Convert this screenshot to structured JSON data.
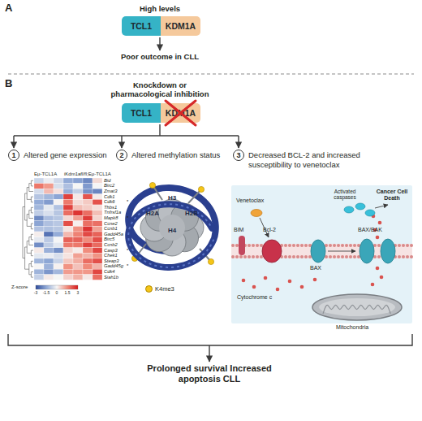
{
  "diagram": {
    "nodes": [
      {
        "text": [
          "TCL1"
        ]
      },
      {
        "text": [
          "KDM1A"
        ]
      },
      {
        "text": [
          "TCL1"
        ]
      },
      {
        "text": [
          "KDM1A"
        ]
      },
      {
        "text": [
          "1",
          "Altered gene expression"
        ]
      },
      {
        "text": [
          "2",
          "Altered methylation status"
        ]
      },
      {
        "text": [
          "3",
          "Decreased BCL-2 and increased susceptibility to venetoclax"
        ]
      }
    ],
    "labels": [
      "A",
      "High levels",
      "Poor outcome in CLL",
      "B",
      "Knockdown or pharmacological inhibition",
      "Eμ-TCL1A",
      "iKdm1afl/fl;Eμ-TCL1A",
      "Bid",
      "Birc2",
      "Zmat3",
      "Cdk1",
      "Cdk6",
      "Thbs1",
      "Tnfrsf1a",
      "Mapk8",
      "Ccne2",
      "Ccnb1",
      "Gadd45a",
      "Birc5",
      "Ccnb2",
      "Casp3",
      "Chek1",
      "Steap3",
      "Gadd45g",
      "Cdk4",
      "Siah1b",
      "*",
      "*",
      "*",
      "*",
      "Z-score",
      "-3",
      "-1.5",
      "0",
      "1.5",
      "3",
      "H3",
      "H2A",
      "H2B",
      "H4",
      "Venetoclax",
      "BIM",
      "Bcl-2",
      "BAX/BAK",
      "BAX",
      "Cytochrome c",
      "Activated caspases",
      "Cancer Cell Death",
      "Mitochondria",
      "Prolonged survival Increased apoptosis CLL"
    ],
    "legend": [
      {
        "text": "K4me3",
        "color": "#f5c518"
      }
    ]
  }
}
